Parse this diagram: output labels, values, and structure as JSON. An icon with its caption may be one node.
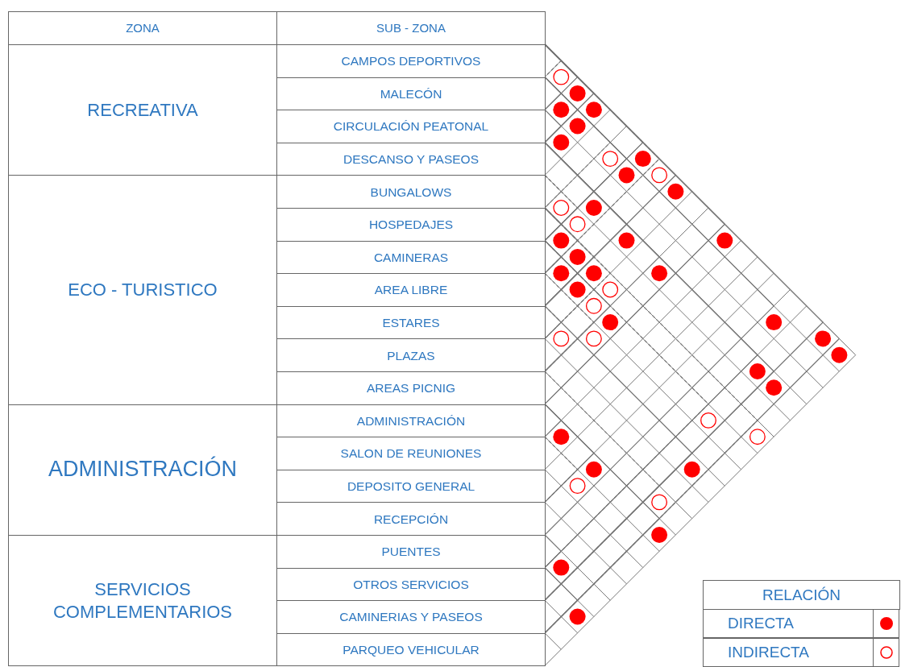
{
  "diagram": {
    "nodes": [
      {
        "text": [
          "CAMPOS DEPORTIVOS"
        ]
      },
      {
        "text": [
          "MALECÓN"
        ]
      },
      {
        "text": [
          "CIRCULACIÓN PEATONAL"
        ]
      },
      {
        "text": [
          "DESCANSO Y PASEOS"
        ]
      },
      {
        "text": [
          "BUNGALOWS"
        ]
      },
      {
        "text": [
          "HOSPEDAJES"
        ]
      },
      {
        "text": [
          "CAMINERAS"
        ]
      },
      {
        "text": [
          "AREA LIBRE"
        ]
      },
      {
        "text": [
          "ESTARES"
        ]
      },
      {
        "text": [
          "PLAZAS"
        ]
      },
      {
        "text": [
          "AREAS PICNIG"
        ]
      },
      {
        "text": [
          "ADMINISTRACIÓN"
        ]
      },
      {
        "text": [
          "SALON DE REUNIONES"
        ]
      },
      {
        "text": [
          "DEPOSITO GENERAL"
        ]
      },
      {
        "text": [
          "RECEPCIÓN"
        ]
      },
      {
        "text": [
          "PUENTES"
        ]
      },
      {
        "text": [
          "OTROS SERVICIOS"
        ]
      },
      {
        "text": [
          "CAMINERIAS Y PASEOS"
        ]
      },
      {
        "text": [
          "PARQUEO VEHICULAR"
        ]
      },
      {
        "text": [
          "ZONA"
        ]
      },
      {
        "text": [
          "SUB - ZONA"
        ]
      },
      {
        "text": [
          "RECREATIVA"
        ]
      },
      {
        "text": [
          "ECO - TURISTICO"
        ]
      },
      {
        "text": [
          "ADMINISTRACIÓN"
        ]
      },
      {
        "text": [
          "SERVICIOS COMPLEMENTARIOS"
        ]
      }
    ],
    "edges": [
      {
        "from": 0,
        "to": 1,
        "arrow": "none",
        "style": "dashed"
      },
      {
        "from": 0,
        "to": 2,
        "arrow": "none"
      },
      {
        "from": 1,
        "to": 2,
        "arrow": "none"
      },
      {
        "from": 0,
        "to": 3,
        "arrow": "none"
      },
      {
        "from": 1,
        "to": 3,
        "arrow": "none"
      },
      {
        "from": 2,
        "to": 3,
        "arrow": "none"
      },
      {
        "from": 1,
        "to": 5,
        "arrow": "none",
        "style": "dashed"
      },
      {
        "from": 0,
        "to": 6,
        "arrow": "none"
      },
      {
        "from": 1,
        "to": 6,
        "arrow": "none"
      },
      {
        "from": 0,
        "to": 7,
        "arrow": "none",
        "style": "dashed"
      },
      {
        "from": 0,
        "to": 8,
        "arrow": "none"
      },
      {
        "from": 4,
        "to": 5,
        "arrow": "none",
        "style": "dashed"
      },
      {
        "from": 3,
        "to": 6,
        "arrow": "none"
      },
      {
        "from": 4,
        "to": 6,
        "arrow": "none",
        "style": "dashed"
      },
      {
        "from": 5,
        "to": 6,
        "arrow": "none"
      },
      {
        "from": 3,
        "to": 8,
        "arrow": "none"
      },
      {
        "from": 0,
        "to": 11,
        "arrow": "none"
      },
      {
        "from": 5,
        "to": 7,
        "arrow": "none"
      },
      {
        "from": 6,
        "to": 7,
        "arrow": "none"
      },
      {
        "from": 5,
        "to": 8,
        "arrow": "none"
      },
      {
        "from": 3,
        "to": 10,
        "arrow": "none"
      },
      {
        "from": 6,
        "to": 8,
        "arrow": "none"
      },
      {
        "from": 5,
        "to": 9,
        "arrow": "none",
        "style": "dashed"
      },
      {
        "from": 6,
        "to": 9,
        "arrow": "none",
        "style": "dashed"
      },
      {
        "from": 6,
        "to": 10,
        "arrow": "none"
      },
      {
        "from": 1,
        "to": 15,
        "arrow": "none"
      },
      {
        "from": 8,
        "to": 9,
        "arrow": "none",
        "style": "dashed"
      },
      {
        "from": 7,
        "to": 10,
        "arrow": "none",
        "style": "dashed"
      },
      {
        "from": 0,
        "to": 17,
        "arrow": "none"
      },
      {
        "from": 0,
        "to": 18,
        "arrow": "none"
      },
      {
        "from": 3,
        "to": 16,
        "arrow": "none"
      },
      {
        "from": 3,
        "to": 17,
        "arrow": "none"
      },
      {
        "from": 6,
        "to": 16,
        "arrow": "none",
        "style": "dashed"
      },
      {
        "from": 11,
        "to": 12,
        "arrow": "none"
      },
      {
        "from": 5,
        "to": 18,
        "arrow": "none",
        "style": "dashed"
      },
      {
        "from": 11,
        "to": 14,
        "arrow": "none"
      },
      {
        "from": 8,
        "to": 17,
        "arrow": "none"
      },
      {
        "from": 12,
        "to": 14,
        "arrow": "none",
        "style": "dashed"
      },
      {
        "from": 10,
        "to": 17,
        "arrow": "none",
        "style": "dashed"
      },
      {
        "from": 11,
        "to": 18,
        "arrow": "none"
      },
      {
        "from": 15,
        "to": 16,
        "arrow": "none"
      },
      {
        "from": 16,
        "to": 18,
        "arrow": "none"
      }
    ],
    "labels": [
      "RELACIÓN"
    ],
    "legend": [
      {
        "text": "DIRECTA"
      },
      {
        "text": "INDIRECTA"
      }
    ]
  }
}
